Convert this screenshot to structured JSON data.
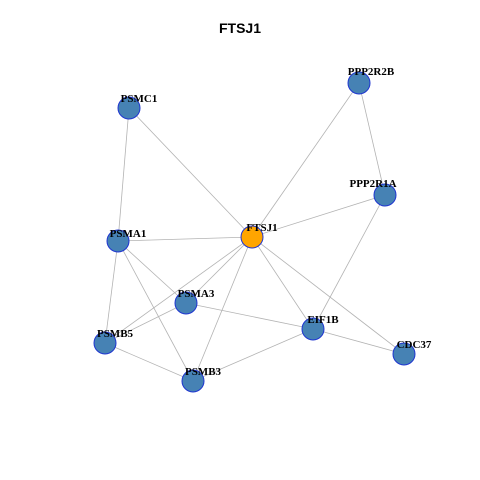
{
  "title": "FTSJ1",
  "colors": {
    "background": "#ffffff",
    "edge": "#b3b3b3",
    "node_fill": "#4682b4",
    "node_stroke": "#1f35d0",
    "center_fill": "#ffa500",
    "center_stroke": "#1f35d0",
    "label": "#000000"
  },
  "nodes": [
    {
      "id": "FTSJ1",
      "label": "FTSJ1",
      "center": true
    },
    {
      "id": "PPP2R2B",
      "label": "PPP2R2B",
      "center": false
    },
    {
      "id": "PSMC1",
      "label": "PSMC1",
      "center": false
    },
    {
      "id": "PPP2R1A",
      "label": "PPP2R1A",
      "center": false
    },
    {
      "id": "PSMA1",
      "label": "PSMA1",
      "center": false
    },
    {
      "id": "PSMA3",
      "label": "PSMA3",
      "center": false
    },
    {
      "id": "EIF1B",
      "label": "EIF1B",
      "center": false
    },
    {
      "id": "PSMB5",
      "label": "PSMB5",
      "center": false
    },
    {
      "id": "CDC37",
      "label": "CDC37",
      "center": false
    },
    {
      "id": "PSMB3",
      "label": "PSMB3",
      "center": false
    }
  ],
  "edges": [
    [
      "FTSJ1",
      "PPP2R2B"
    ],
    [
      "FTSJ1",
      "PSMC1"
    ],
    [
      "FTSJ1",
      "PPP2R1A"
    ],
    [
      "FTSJ1",
      "PSMA1"
    ],
    [
      "FTSJ1",
      "PSMA3"
    ],
    [
      "FTSJ1",
      "EIF1B"
    ],
    [
      "FTSJ1",
      "PSMB5"
    ],
    [
      "FTSJ1",
      "CDC37"
    ],
    [
      "FTSJ1",
      "PSMB3"
    ],
    [
      "PPP2R2B",
      "PPP2R1A"
    ],
    [
      "PSMC1",
      "PSMA1"
    ],
    [
      "PPP2R1A",
      "EIF1B"
    ],
    [
      "PSMA1",
      "PSMA3"
    ],
    [
      "PSMA1",
      "PSMB5"
    ],
    [
      "PSMA1",
      "PSMB3"
    ],
    [
      "PSMA3",
      "PSMB5"
    ],
    [
      "PSMA3",
      "EIF1B"
    ],
    [
      "PSMB5",
      "PSMB3"
    ],
    [
      "EIF1B",
      "PSMB3"
    ],
    [
      "EIF1B",
      "CDC37"
    ]
  ]
}
